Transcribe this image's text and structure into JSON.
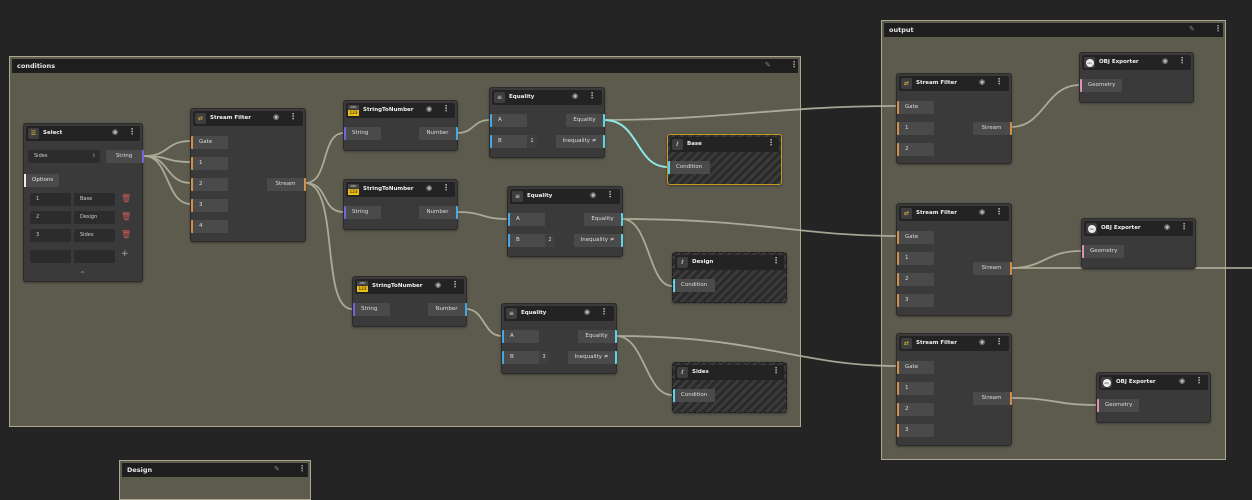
{
  "groups": {
    "conditions": {
      "title": "conditions"
    },
    "output": {
      "title": "output"
    },
    "design": {
      "title": "Design"
    }
  },
  "select_node": {
    "title": "Select",
    "dropdown_value": "Sides",
    "output_port": "String",
    "options_tab": "Options",
    "options": [
      {
        "key": "1",
        "value": "Base"
      },
      {
        "key": "2",
        "value": "Design"
      },
      {
        "key": "3",
        "value": "Sides"
      }
    ],
    "add_icon": "+",
    "collapse_icon": "^"
  },
  "stream_filter_main": {
    "title": "Stream Filter",
    "inputs": [
      "Gate",
      "1",
      "2",
      "3",
      "4"
    ],
    "output": "Stream"
  },
  "string_to_number": [
    {
      "title": "StringToNumber",
      "input": "String",
      "output": "Number"
    },
    {
      "title": "StringToNumber",
      "input": "String",
      "output": "Number"
    },
    {
      "title": "StringToNumber",
      "input": "String",
      "output": "Number"
    }
  ],
  "equality_nodes": [
    {
      "title": "Equality",
      "input_a": "A",
      "input_b": "B",
      "b_value": "1",
      "out_eq": "Equality",
      "out_neq": "Inequality ≠"
    },
    {
      "title": "Equality",
      "input_a": "A",
      "input_b": "B",
      "b_value": "2",
      "out_eq": "Equality",
      "out_neq": "Inequality ≠"
    },
    {
      "title": "Equality",
      "input_a": "A",
      "input_b": "B",
      "b_value": "3",
      "out_eq": "Equality",
      "out_neq": "Inequality ≠"
    }
  ],
  "condition_nodes": [
    {
      "title": "Base",
      "input": "Condition",
      "selected": true
    },
    {
      "title": "Design",
      "input": "Condition",
      "selected": false
    },
    {
      "title": "Sides",
      "input": "Condition",
      "selected": false
    }
  ],
  "output_filters": [
    {
      "title": "Stream Filter",
      "inputs": [
        "Gate",
        "1",
        "2"
      ],
      "output": "Stream"
    },
    {
      "title": "Stream Filter",
      "inputs": [
        "Gate",
        "1",
        "2",
        "3"
      ],
      "output": "Stream"
    },
    {
      "title": "Stream Filter",
      "inputs": [
        "Gate",
        "1",
        "2",
        "3"
      ],
      "output": "Stream"
    }
  ],
  "obj_exporters": [
    {
      "title": "OBJ Exporter",
      "input": "Geometry"
    },
    {
      "title": "OBJ Exporter",
      "input": "Geometry"
    },
    {
      "title": "OBJ Exporter",
      "input": "Geometry"
    }
  ],
  "icons": {
    "eye": "◉",
    "kebab": "⋮",
    "pencil": "✎",
    "trash": "🗑",
    "abc_top": "ABC",
    "abc_bottom": "123",
    "obj": "obj"
  },
  "colors": {
    "canvas": "#242424",
    "group_bg": "#5c5b4e",
    "wire": "#b4b39e",
    "wire_active": "#8fe8e8",
    "port_number": "#d18f4a",
    "port_bool": "#5fd4e8",
    "port_string": "#6f66d8",
    "port_geometry": "#e090b8"
  }
}
